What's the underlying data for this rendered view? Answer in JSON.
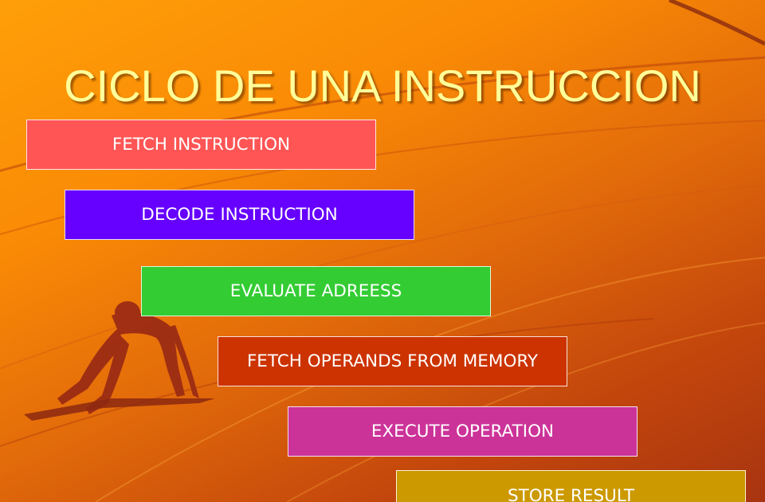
{
  "title": "CICLO DE UNA INSTRUCCION",
  "steps": [
    {
      "label": "FETCH INSTRUCTION",
      "color": "#ff5555"
    },
    {
      "label": "DECODE INSTRUCTION",
      "color": "#6600ff"
    },
    {
      "label": "EVALUATE ADREESS",
      "color": "#33cc33"
    },
    {
      "label": "FETCH OPERANDS FROM MEMORY",
      "color": "#cc3300"
    },
    {
      "label": "EXECUTE OPERATION",
      "color": "#cc3399"
    },
    {
      "label": "STORE RESULT",
      "color": "#cc9900"
    }
  ]
}
